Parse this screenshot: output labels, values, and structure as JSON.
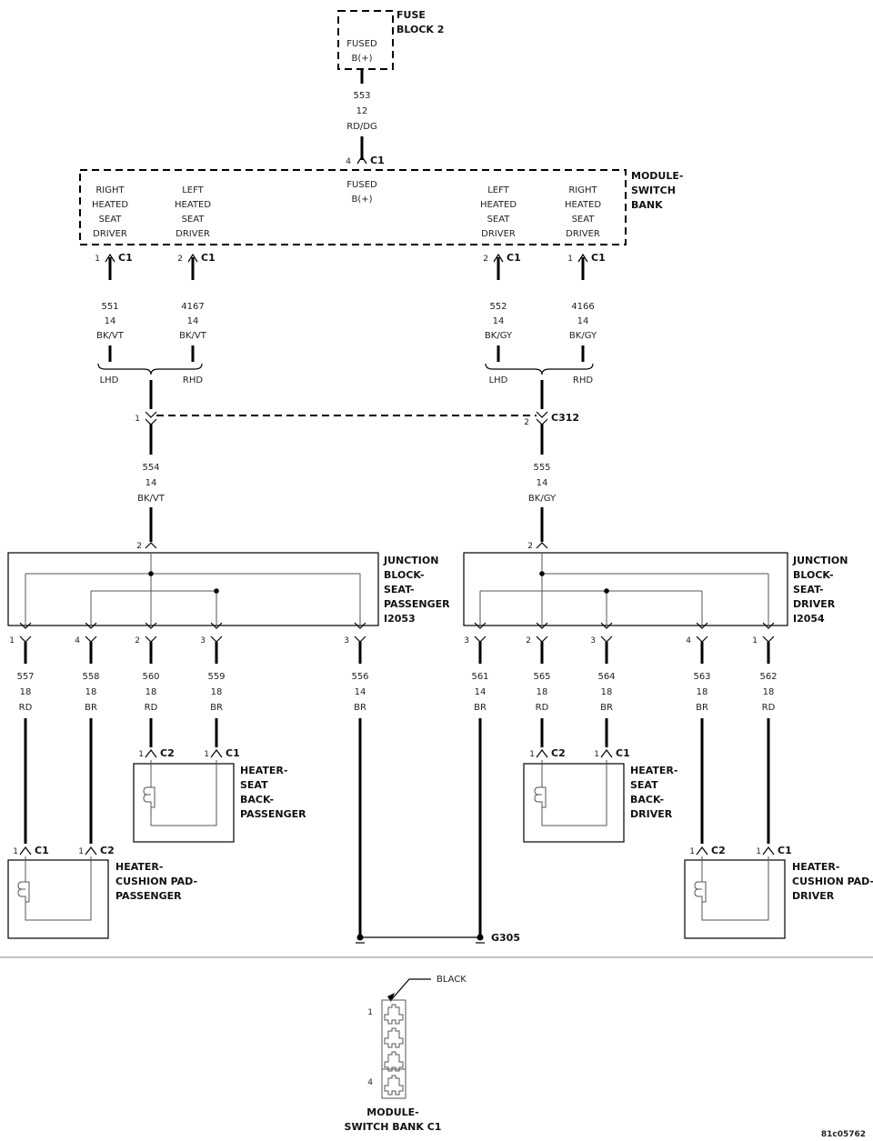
{
  "fuse_block": {
    "title_l1": "FUSE",
    "title_l2": "BLOCK 2",
    "text_l1": "FUSED",
    "text_l2": "B(+)"
  },
  "w553": {
    "circuit": "553",
    "gauge": "12",
    "color": "RD/DG"
  },
  "msb_c1_top": {
    "pin": "4",
    "conn": "C1"
  },
  "module": {
    "title_l1": "MODULE-",
    "title_l2": "SWITCH",
    "title_l3": "BANK",
    "fused_l1": "FUSED",
    "fused_l2": "B(+)",
    "d1": [
      "RIGHT",
      "HEATED",
      "SEAT",
      "DRIVER"
    ],
    "d2": [
      "LEFT",
      "HEATED",
      "SEAT",
      "DRIVER"
    ],
    "d3": [
      "LEFT",
      "HEATED",
      "SEAT",
      "DRIVER"
    ],
    "d4": [
      "RIGHT",
      "HEATED",
      "SEAT",
      "DRIVER"
    ]
  },
  "msb_pins": [
    {
      "pin": "1",
      "conn": "C1"
    },
    {
      "pin": "2",
      "conn": "C1"
    },
    {
      "pin": "2",
      "conn": "C1"
    },
    {
      "pin": "1",
      "conn": "C1"
    }
  ],
  "msb_wires": [
    {
      "circuit": "551",
      "gauge": "14",
      "color": "BK/VT"
    },
    {
      "circuit": "4167",
      "gauge": "14",
      "color": "BK/VT"
    },
    {
      "circuit": "552",
      "gauge": "14",
      "color": "BK/GY"
    },
    {
      "circuit": "4166",
      "gauge": "14",
      "color": "BK/GY"
    }
  ],
  "variants": {
    "lhd": "LHD",
    "rhd": "RHD"
  },
  "c312": {
    "name": "C312",
    "pin_left": "1",
    "pin_right": "2"
  },
  "w554": {
    "circuit": "554",
    "gauge": "14",
    "color": "BK/VT"
  },
  "w555": {
    "circuit": "555",
    "gauge": "14",
    "color": "BK/GY"
  },
  "jb_pass": {
    "in_pin": "2",
    "l1": "JUNCTION",
    "l2": "BLOCK-",
    "l3": "SEAT-",
    "l4": "PASSENGER",
    "l5": "I2053"
  },
  "jb_drv": {
    "in_pin": "2",
    "l1": "JUNCTION",
    "l2": "BLOCK-",
    "l3": "SEAT-",
    "l4": "DRIVER",
    "l5": "I2054"
  },
  "pass_outs": [
    {
      "pin": "1",
      "circuit": "557",
      "gauge": "18",
      "color": "RD"
    },
    {
      "pin": "4",
      "circuit": "558",
      "gauge": "18",
      "color": "BR"
    },
    {
      "pin": "2",
      "circuit": "560",
      "gauge": "18",
      "color": "RD"
    },
    {
      "pin": "3",
      "circuit": "559",
      "gauge": "18",
      "color": "BR"
    },
    {
      "pin": "3",
      "circuit": "556",
      "gauge": "14",
      "color": "BR"
    }
  ],
  "drv_outs": [
    {
      "pin": "3",
      "circuit": "561",
      "gauge": "14",
      "color": "BR"
    },
    {
      "pin": "2",
      "circuit": "565",
      "gauge": "18",
      "color": "RD"
    },
    {
      "pin": "3",
      "circuit": "564",
      "gauge": "18",
      "color": "BR"
    },
    {
      "pin": "4",
      "circuit": "563",
      "gauge": "18",
      "color": "BR"
    },
    {
      "pin": "1",
      "circuit": "562",
      "gauge": "18",
      "color": "RD"
    }
  ],
  "seat_back_pass": {
    "pin_a": "1",
    "conn_a": "C2",
    "pin_b": "1",
    "conn_b": "C1",
    "l1": "HEATER-",
    "l2": "SEAT",
    "l3": "BACK-",
    "l4": "PASSENGER"
  },
  "seat_back_drv": {
    "pin_a": "1",
    "conn_a": "C2",
    "pin_b": "1",
    "conn_b": "C1",
    "l1": "HEATER-",
    "l2": "SEAT",
    "l3": "BACK-",
    "l4": "DRIVER"
  },
  "cushion_pass": {
    "pin_a": "1",
    "conn_a": "C1",
    "pin_b": "1",
    "conn_b": "C2",
    "l1": "HEATER-",
    "l2": "CUSHION PAD-",
    "l3": "PASSENGER"
  },
  "cushion_drv": {
    "pin_a": "1",
    "conn_a": "C2",
    "pin_b": "1",
    "conn_b": "C1",
    "l1": "HEATER-",
    "l2": "CUSHION PAD-",
    "l3": "DRIVER"
  },
  "ground": {
    "name": "G305"
  },
  "connector_view": {
    "color": "BLACK",
    "pin_a": "1",
    "pin_b": "4",
    "title_l1": "MODULE-",
    "title_l2": "SWITCH BANK C1"
  },
  "figure_id": "81c05762"
}
